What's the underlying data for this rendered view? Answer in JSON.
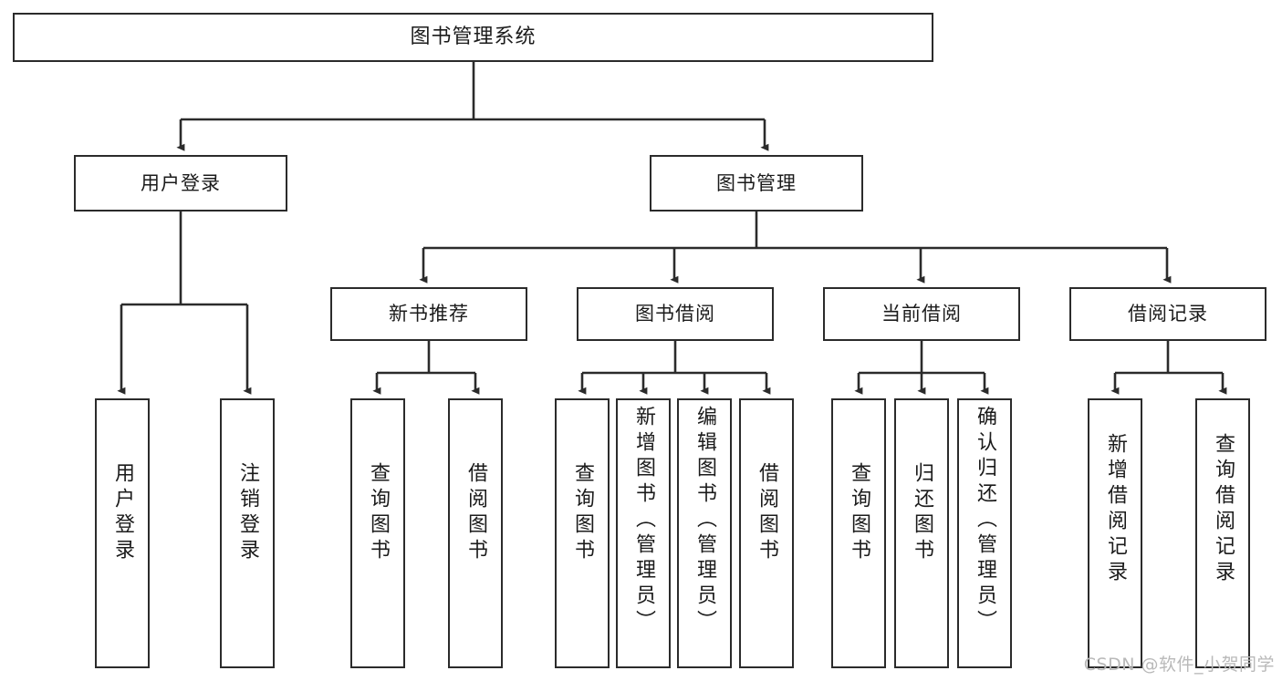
{
  "diagram": {
    "kind": "tree-hierarchy-chart",
    "title": "图书管理系统",
    "watermark": "CSDN @软件_小贺同学",
    "stroke_color": "#2b2b2b",
    "fill_color": "#ffffff",
    "text_color": "#1b1b1b",
    "watermark_color": "#b9b9b9"
  },
  "nodes": {
    "root": {
      "label": "图书管理系统"
    },
    "level2": [
      {
        "label": "用户登录"
      },
      {
        "label": "图书管理"
      }
    ],
    "level3": [
      {
        "label": "新书推荐"
      },
      {
        "label": "图书借阅"
      },
      {
        "label": "当前借阅"
      },
      {
        "label": "借阅记录"
      }
    ],
    "leaves": {
      "user_login": [
        {
          "label": "用户登录"
        },
        {
          "label": "注销登录"
        }
      ],
      "new_book_recommend": [
        {
          "label": "查询图书"
        },
        {
          "label": "借阅图书"
        }
      ],
      "book_borrow": [
        {
          "label": "查询图书"
        },
        {
          "label": "新增图书（管理员）"
        },
        {
          "label": "编辑图书（管理员）"
        },
        {
          "label": "借阅图书"
        }
      ],
      "current_borrow": [
        {
          "label": "查询图书"
        },
        {
          "label": "归还图书"
        },
        {
          "label": "确认归还（管理员）"
        }
      ],
      "borrow_record": [
        {
          "label": "新增借阅记录"
        },
        {
          "label": "查询借阅记录"
        }
      ]
    }
  }
}
